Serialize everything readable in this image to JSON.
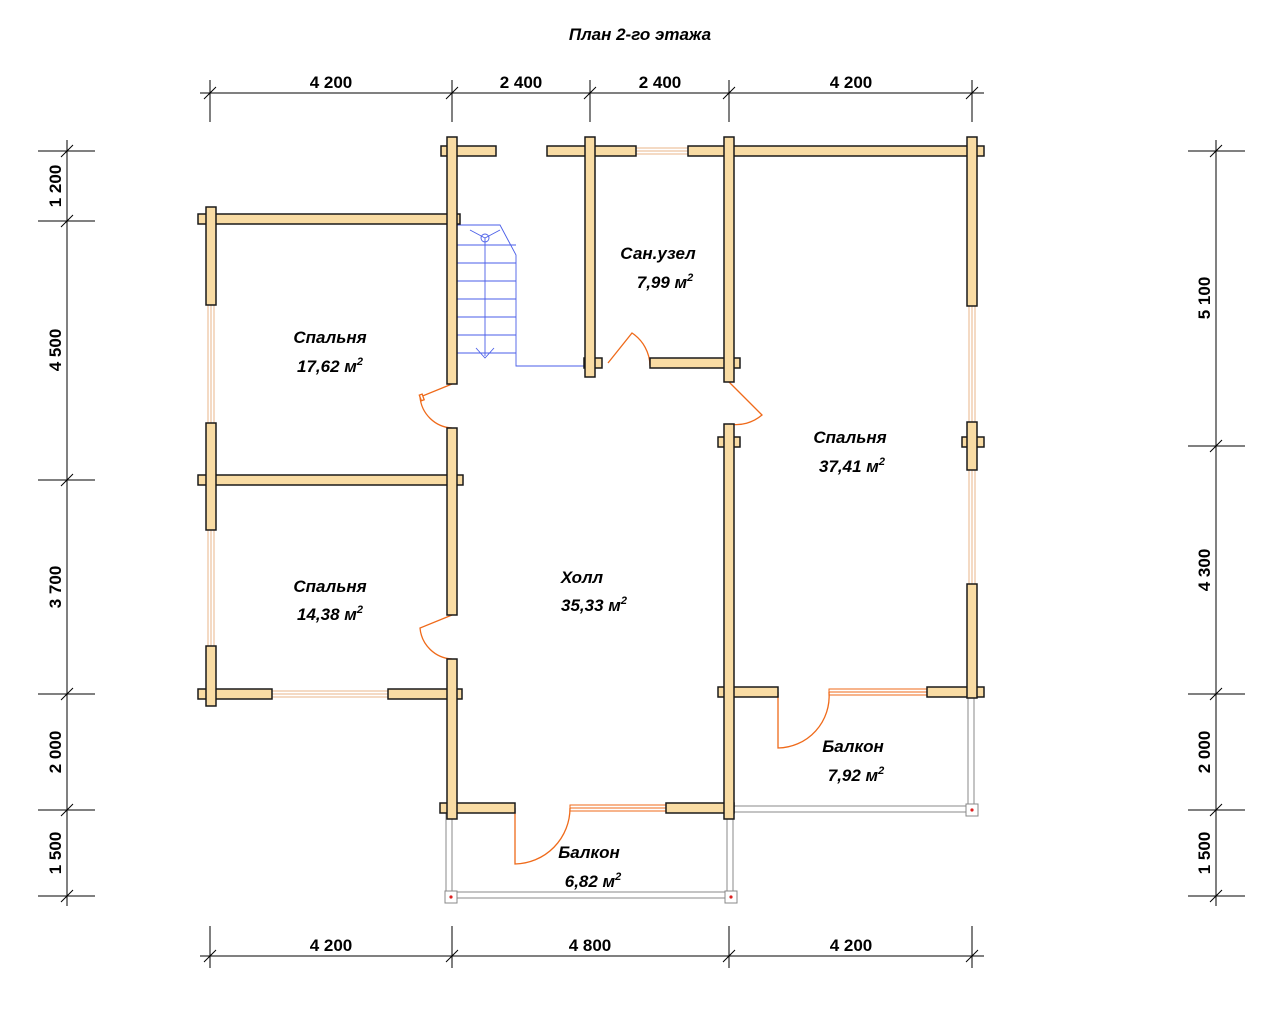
{
  "title": "План 2-го этажа",
  "dimensions": {
    "top": [
      "4 200",
      "2 400",
      "2 400",
      "4 200"
    ],
    "bottom": [
      "4 200",
      "4 800",
      "4 200"
    ],
    "left": [
      "1 200",
      "4 500",
      "3 700",
      "2 000",
      "1 500"
    ],
    "right": [
      "5 100",
      "4 300",
      "2 000",
      "1 500"
    ]
  },
  "rooms": [
    {
      "name": "Спальня",
      "area": "17,62 м",
      "unit_sup": "2"
    },
    {
      "name": "Спальня",
      "area": "14,38 м",
      "unit_sup": "2"
    },
    {
      "name": "Сан.узел",
      "area": "7,99 м",
      "unit_sup": "2"
    },
    {
      "name": "Холл",
      "area": "35,33 м",
      "unit_sup": "2"
    },
    {
      "name": "Спальня",
      "area": "37,41 м",
      "unit_sup": "2"
    },
    {
      "name": "Балкон",
      "area": "7,92 м",
      "unit_sup": "2"
    },
    {
      "name": "Балкон",
      "area": "6,82 м",
      "unit_sup": "2"
    }
  ],
  "colors": {
    "wall_fill": "#f9dca4",
    "door": "#ef6a1a",
    "window": "#e8b68a",
    "stair": "#4a5ee8",
    "post_mark": "#d22222"
  }
}
